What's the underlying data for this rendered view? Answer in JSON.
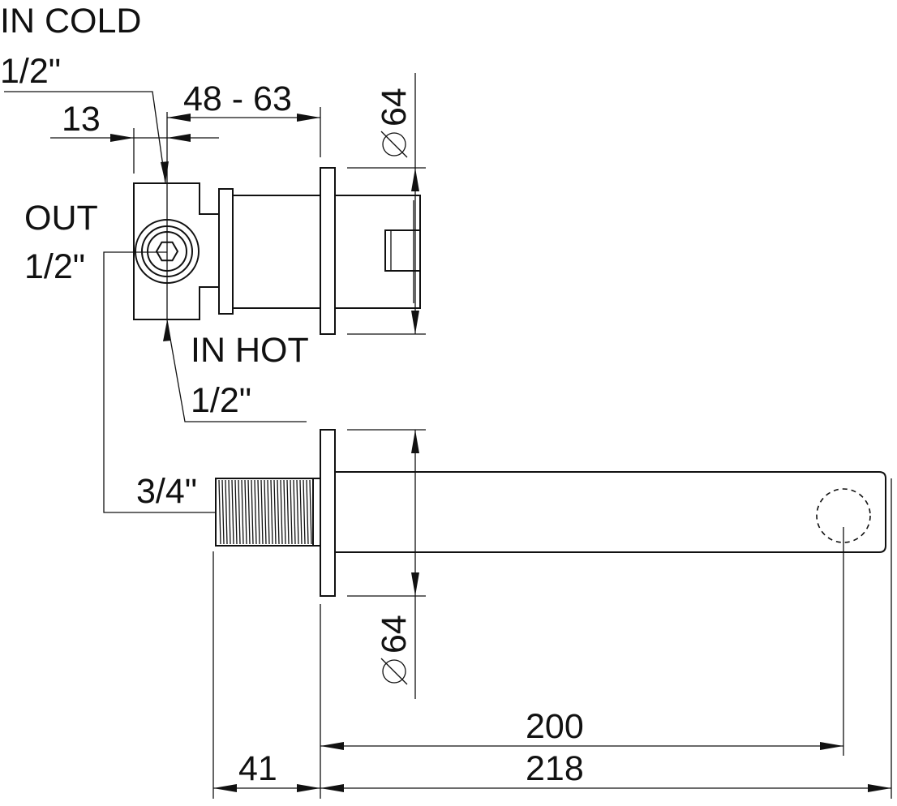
{
  "labels": {
    "in_cold": "IN COLD",
    "in_cold_size": "1/2\"",
    "out": "OUT",
    "out_size": "1/2\"",
    "in_hot": "IN HOT",
    "in_hot_size": "1/2\"",
    "thread_size": "3/4\""
  },
  "dimensions": {
    "offset_13": "13",
    "depth_range": "48 - 63",
    "dia_top": "64",
    "dia_bottom": "64",
    "spout_200": "200",
    "spout_218": "218",
    "thread_41": "41"
  },
  "symbols": {
    "diameter": "diameter-symbol"
  }
}
